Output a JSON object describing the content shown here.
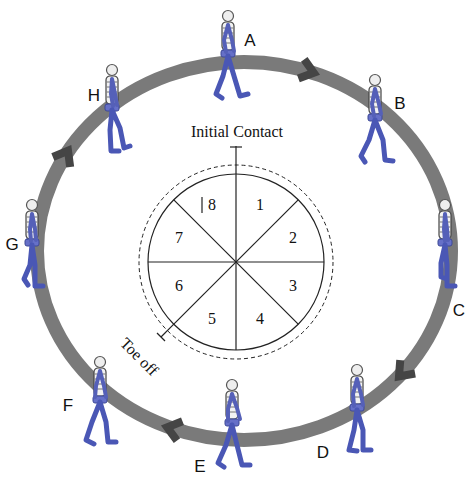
{
  "diagram": {
    "labels": [
      "A",
      "B",
      "C",
      "D",
      "E",
      "F",
      "G",
      "H",
      "Initial Contact",
      "Toe off",
      "1",
      "2",
      "3",
      "4",
      "5",
      "6",
      "7",
      "8"
    ]
  }
}
